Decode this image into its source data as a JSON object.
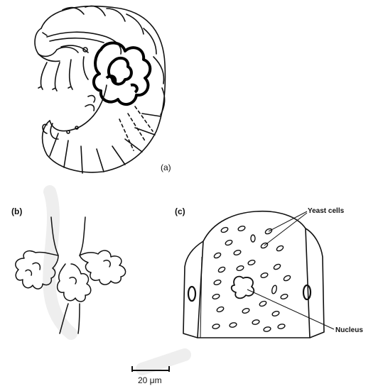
{
  "figure": {
    "panel_a_label": "(a)",
    "panel_b_label": "(b)",
    "panel_c_label": "(c)",
    "yeast_cells_label": "Yeast cells",
    "nucleus_label": "Nucleus",
    "scale_bar_label": "20 μm",
    "watermark_color": "#eeeeee"
  }
}
